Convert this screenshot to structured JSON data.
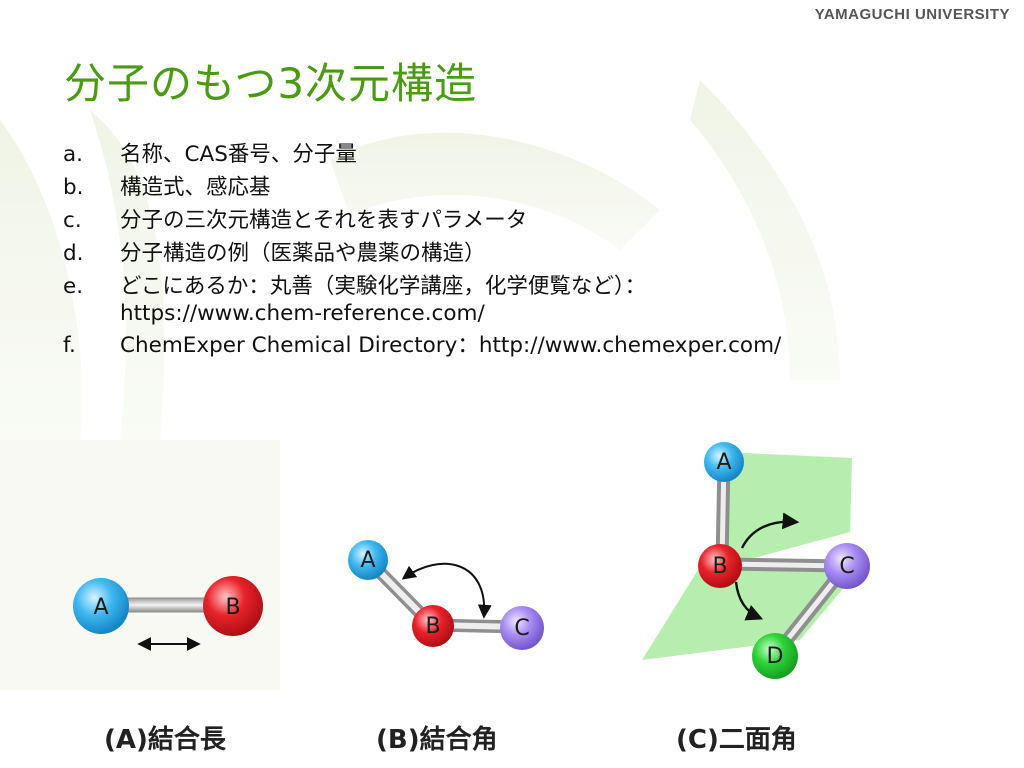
{
  "header": {
    "brand": "YAMAGUCHI UNIVERSITY"
  },
  "title": "分子のもつ3次元構造",
  "items": [
    {
      "marker": "a.",
      "text": "名称、CAS番号、分子量"
    },
    {
      "marker": "b.",
      "text": "構造式、感応基"
    },
    {
      "marker": "c.",
      "text": "分子の三次元構造とそれを表すパラメータ"
    },
    {
      "marker": "d.",
      "text": "分子構造の例（医薬品や農薬の構造）"
    },
    {
      "marker": "e.",
      "text": "どこにあるか：丸善（実験化学講座，化学便覧など）：",
      "cont": "https://www.chem-reference.com/"
    },
    {
      "marker": "f.",
      "text": "ChemExper Chemical Directory：http://www.chemexper.com/"
    }
  ],
  "figures": {
    "a": {
      "label": "(A)結合長",
      "atoms": [
        "A",
        "B"
      ]
    },
    "b": {
      "label": "(B)結合角",
      "atoms": [
        "A",
        "B",
        "C"
      ]
    },
    "c": {
      "label": "(C)二面角",
      "atoms": [
        "A",
        "B",
        "C",
        "D"
      ]
    }
  },
  "colors": {
    "title": "#4a9a14",
    "atom_blue": "#3fb8ef",
    "atom_red": "#e8222a",
    "atom_purple": "#a98df2",
    "atom_green": "#2fd23a",
    "plane": "#a9ec9f"
  }
}
